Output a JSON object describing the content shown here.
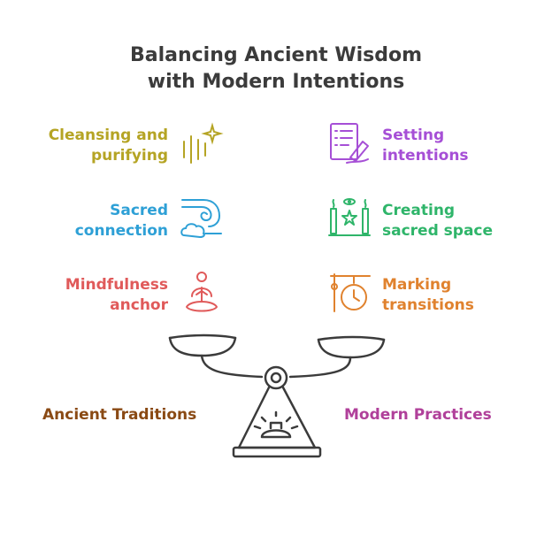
{
  "title": {
    "line1": "Balancing Ancient Wisdom",
    "line2": "with Modern Intentions"
  },
  "ancient": {
    "label": "Ancient Traditions",
    "color": "#8a4a14",
    "items": [
      {
        "line1": "Cleansing and",
        "line2": "purifying",
        "color": "#b5a424",
        "icon": "sparkle-icon"
      },
      {
        "line1": "Sacred",
        "line2": "connection",
        "color": "#2ea0d6",
        "icon": "wind-cloud-icon"
      },
      {
        "line1": "Mindfulness",
        "line2": "anchor",
        "color": "#e05a5a",
        "icon": "meditation-icon"
      }
    ]
  },
  "modern": {
    "label": "Modern Practices",
    "color": "#b0409a",
    "items": [
      {
        "line1": "Setting",
        "line2": "intentions",
        "color": "#a64fd6",
        "icon": "writing-list-icon"
      },
      {
        "line1": "Creating",
        "line2": "sacred space",
        "color": "#2fb56a",
        "icon": "candles-icon"
      },
      {
        "line1": "Marking",
        "line2": "transitions",
        "color": "#e0822e",
        "icon": "gong-clock-icon"
      }
    ]
  },
  "scale_color": "#3b3b3b"
}
